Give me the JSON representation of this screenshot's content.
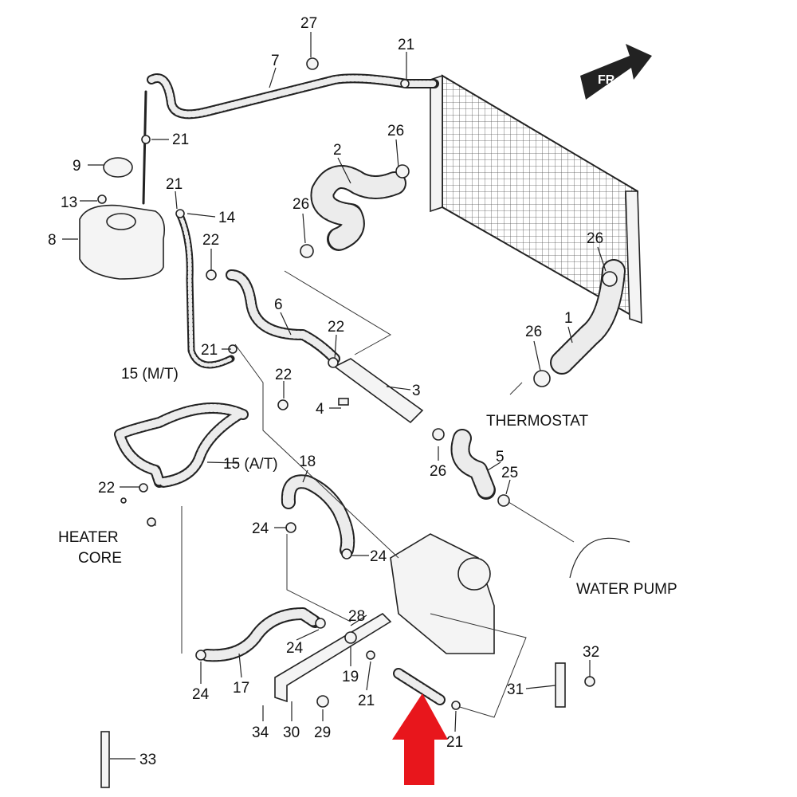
{
  "diagram": {
    "direction_badge": "FR",
    "arrow_color": "#e8161c",
    "labels": [
      "27",
      "7",
      "21",
      "21",
      "9",
      "2",
      "26",
      "21",
      "13",
      "14",
      "8",
      "22",
      "26",
      "26",
      "6",
      "22",
      "1",
      "26",
      "21",
      "15 (M/T)",
      "22",
      "3",
      "4",
      "THERMOSTAT",
      "26",
      "5",
      "25",
      "15 (A/T)",
      "18",
      "22",
      "24",
      "24",
      "HEATER",
      "CORE",
      "WATER PUMP",
      "28",
      "24",
      "32",
      "19",
      "31",
      "24",
      "17",
      "21",
      "34",
      "30",
      "29",
      "21",
      "33"
    ]
  }
}
